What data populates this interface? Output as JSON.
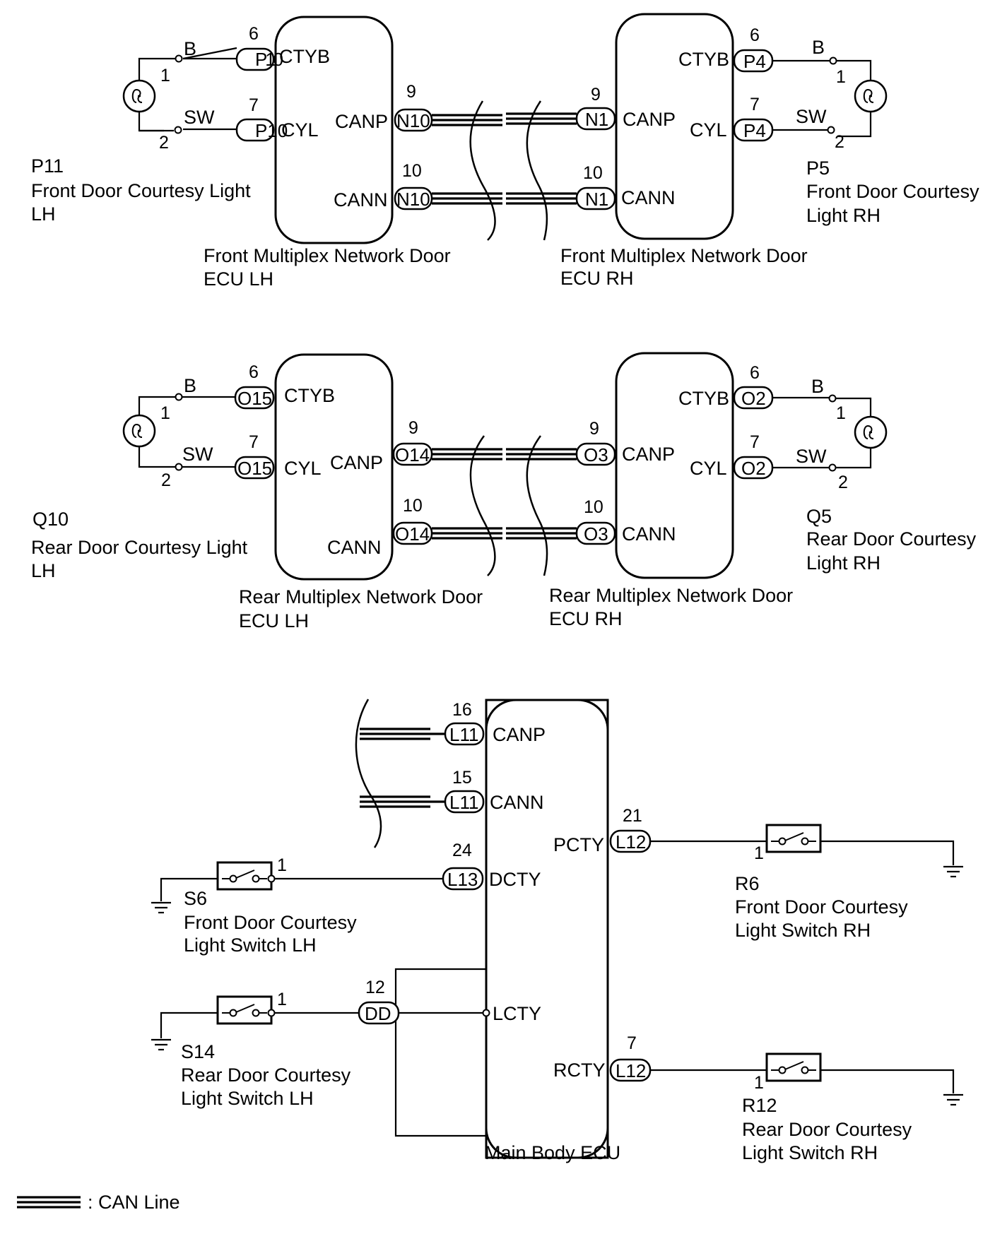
{
  "legend": {
    "label": ": CAN Line"
  },
  "front": {
    "left_ecu": {
      "name_l1": "Front Multiplex Network Door",
      "name_l2": "ECU LH",
      "ctyb": "CTYB",
      "cyl": "CYL",
      "canp": "CANP",
      "cann": "CANN",
      "conn_ctyb": "P10",
      "conn_cyl": "P10",
      "conn_canp": "N10",
      "conn_cann": "N10",
      "pin_ctyb": "6",
      "pin_cyl": "7",
      "pin_canp": "9",
      "pin_cann": "10"
    },
    "left_light": {
      "code": "P11",
      "name_l1": "Front Door Courtesy Light",
      "name_l2": "LH",
      "wire_b": "B",
      "wire_sw": "SW",
      "pin_1": "1",
      "pin_2": "2"
    },
    "right_ecu": {
      "name_l1": "Front Multiplex Network Door",
      "name_l2": "ECU RH",
      "ctyb": "CTYB",
      "cyl": "CYL",
      "canp": "CANP",
      "cann": "CANN",
      "conn_ctyb": "P4",
      "conn_cyl": "P4",
      "conn_canp": "N1",
      "conn_cann": "N1",
      "pin_ctyb": "6",
      "pin_cyl": "7",
      "pin_canp": "9",
      "pin_cann": "10"
    },
    "right_light": {
      "code": "P5",
      "name_l1": "Front Door Courtesy",
      "name_l2": "Light RH",
      "wire_b": "B",
      "wire_sw": "SW",
      "pin_1": "1",
      "pin_2": "2"
    }
  },
  "rear": {
    "left_ecu": {
      "name_l1": "Rear Multiplex Network Door",
      "name_l2": "ECU LH",
      "ctyb": "CTYB",
      "cyl": "CYL",
      "canp": "CANP",
      "cann": "CANN",
      "conn_ctyb": "O15",
      "conn_cyl": "O15",
      "conn_canp": "O14",
      "conn_cann": "O14",
      "pin_ctyb": "6",
      "pin_cyl": "7",
      "pin_canp": "9",
      "pin_cann": "10"
    },
    "left_light": {
      "code": "Q10",
      "name_l1": "Rear Door Courtesy Light",
      "name_l2": "LH",
      "wire_b": "B",
      "wire_sw": "SW",
      "pin_1": "1",
      "pin_2": "2"
    },
    "right_ecu": {
      "name_l1": "Rear Multiplex Network Door",
      "name_l2": "ECU RH",
      "ctyb": "CTYB",
      "cyl": "CYL",
      "canp": "CANP",
      "cann": "CANN",
      "conn_ctyb": "O2",
      "conn_cyl": "O2",
      "conn_canp": "O3",
      "conn_cann": "O3",
      "pin_ctyb": "6",
      "pin_cyl": "7",
      "pin_canp": "9",
      "pin_cann": "10"
    },
    "right_light": {
      "code": "Q5",
      "name_l1": "Rear Door Courtesy",
      "name_l2": "Light RH",
      "wire_b": "B",
      "wire_sw": "SW",
      "pin_1": "1",
      "pin_2": "2"
    }
  },
  "main": {
    "ecu_name": "Main Body ECU",
    "canp": "CANP",
    "cann": "CANN",
    "dcty": "DCTY",
    "lcty": "LCTY",
    "pcty": "PCTY",
    "rcty": "RCTY",
    "conn_canp": "L11",
    "conn_cann": "L11",
    "conn_dcty": "L13",
    "conn_lcty": "DD",
    "conn_pcty": "L12",
    "conn_rcty": "L12",
    "pin_canp": "16",
    "pin_cann": "15",
    "pin_dcty": "24",
    "pin_lcty": "12",
    "pin_pcty": "21",
    "pin_rcty": "7",
    "s6": {
      "code": "S6",
      "name_l1": "Front Door Courtesy",
      "name_l2": "Light Switch LH",
      "pin": "1"
    },
    "s14": {
      "code": "S14",
      "name_l1": "Rear Door Courtesy",
      "name_l2": "Light Switch LH",
      "pin": "1"
    },
    "r6": {
      "code": "R6",
      "name_l1": "Front Door Courtesy",
      "name_l2": "Light Switch RH",
      "pin": "1"
    },
    "r12": {
      "code": "R12",
      "name_l1": "Rear Door Courtesy",
      "name_l2": "Light Switch RH",
      "pin": "1"
    }
  }
}
